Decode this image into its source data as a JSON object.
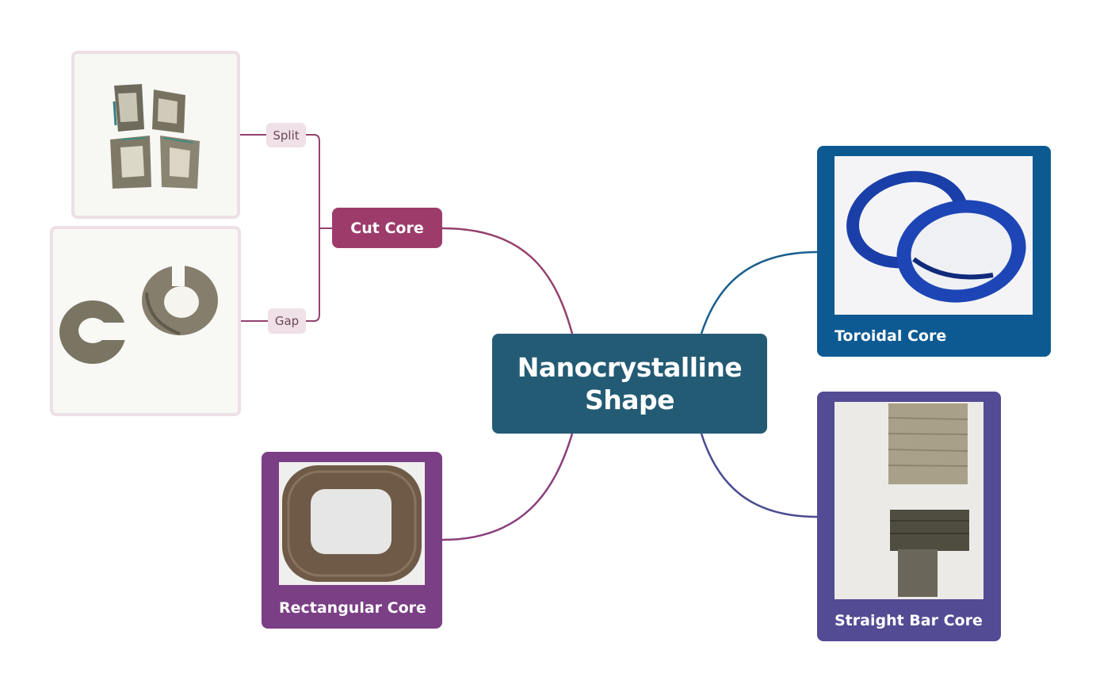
{
  "central_topic": {
    "label": "Nanocrystalline\nShape"
  },
  "branches": {
    "cut_core": {
      "label": "Cut Core",
      "children": [
        {
          "label": "Split"
        },
        {
          "label": "Gap"
        }
      ]
    },
    "rectangular_core": {
      "label": "Rectangular Core"
    },
    "toroidal_core": {
      "label": "Toroidal Core"
    },
    "straight_bar_core": {
      "label": "Straight Bar Core"
    }
  },
  "colors": {
    "central": "#245b74",
    "cut_core": "#9d3c6b",
    "tag": "#f0e0e7",
    "toroidal": "#0d5a93",
    "straight_bar": "#534b94",
    "rectangular": "#7b3f85"
  }
}
